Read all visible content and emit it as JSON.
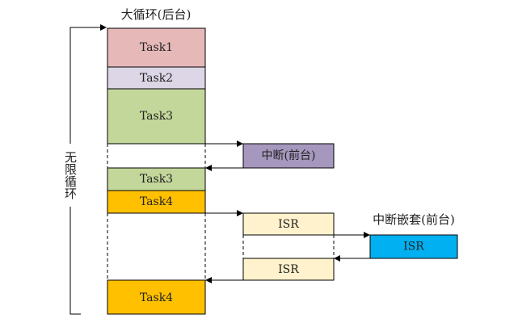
{
  "labels": {
    "background": "大循环(后台)",
    "loop": "无限循环",
    "interrupt": "中断(前台)",
    "nested": "中断嵌套(前台)"
  },
  "tasks": [
    "Task1",
    "Task2",
    "Task3",
    "Task3",
    "Task4",
    "Task4"
  ],
  "isr": [
    "ISR",
    "ISR",
    "ISR"
  ],
  "colors": {
    "task1": "#e6b9b8",
    "task2": "#dcd6e6",
    "task3": "#c4d79b",
    "task4": "#ffc000",
    "interrupt": "#a597bd",
    "isr": "#fff2cc",
    "nested_isr": "#00b0f0"
  }
}
